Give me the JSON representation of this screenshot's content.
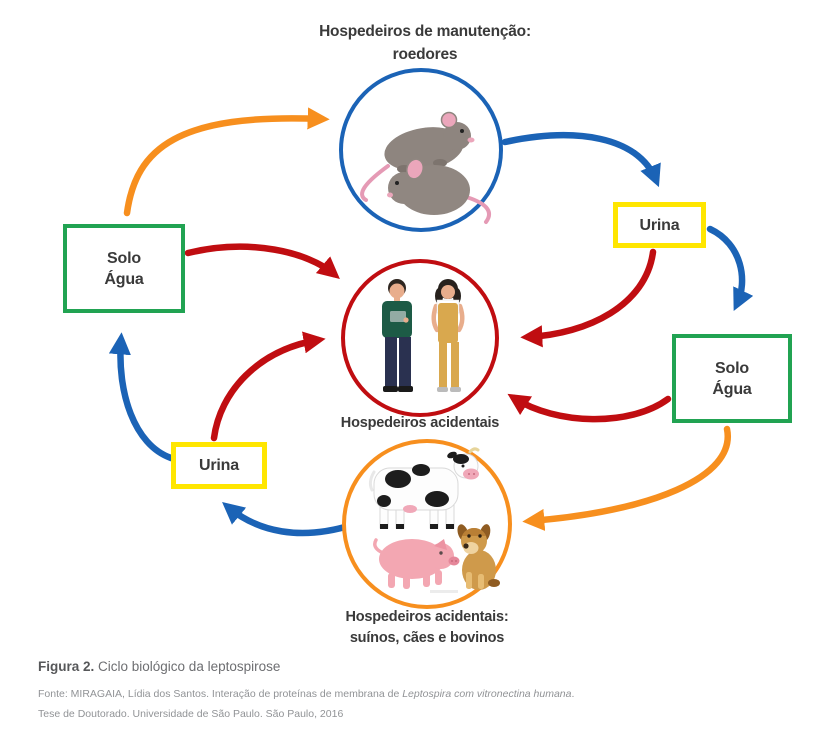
{
  "colors": {
    "blue": "#1b63b6",
    "red": "#c00d11",
    "orange": "#f78f1e",
    "green": "#21a352",
    "yellow": "#ffe600",
    "text": "#3a3a3a"
  },
  "diagram": {
    "rodents": {
      "title": [
        "Hospedeiros de manutenção:",
        "roedores"
      ]
    },
    "humans": {
      "label": "Hospedeiros acidentais"
    },
    "animals": {
      "label": [
        "Hospedeiros acidentais:",
        "suínos, cães e bovinos"
      ]
    },
    "boxes": {
      "solo_agua_left": [
        "Solo",
        "Água"
      ],
      "solo_agua_right": [
        "Solo",
        "Água"
      ],
      "urina_left": "Urina",
      "urina_right": "Urina"
    },
    "edges": [
      {
        "from": "solo-agua-left",
        "to": "rodents",
        "color": "#f78f1e"
      },
      {
        "from": "rodents",
        "to": "urina-right",
        "color": "#1b63b6"
      },
      {
        "from": "urina-right",
        "to": "solo-agua-right",
        "color": "#1b63b6"
      },
      {
        "from": "urina-right",
        "to": "humans",
        "color": "#c00d11"
      },
      {
        "from": "solo-agua-right",
        "to": "humans",
        "color": "#c00d11"
      },
      {
        "from": "solo-agua-right",
        "to": "animals",
        "color": "#f78f1e"
      },
      {
        "from": "animals",
        "to": "urina-left",
        "color": "#1b63b6"
      },
      {
        "from": "urina-left",
        "to": "humans",
        "color": "#c00d11"
      },
      {
        "from": "urina-left",
        "to": "solo-agua-left",
        "color": "#1b63b6"
      },
      {
        "from": "solo-agua-left",
        "to": "humans",
        "color": "#c00d11"
      }
    ]
  },
  "caption": {
    "label": "Figura 2.",
    "title": " Ciclo biológico da leptospirose"
  },
  "source": {
    "prefix": "Fonte: MIRAGAIA, Lídia dos Santos. Interação de proteínas de membrana de ",
    "italic": "Leptospira com vitronectina humana",
    "suffix": ". Tese de Doutorado. Universidade de São Paulo. São Paulo, 2016"
  }
}
